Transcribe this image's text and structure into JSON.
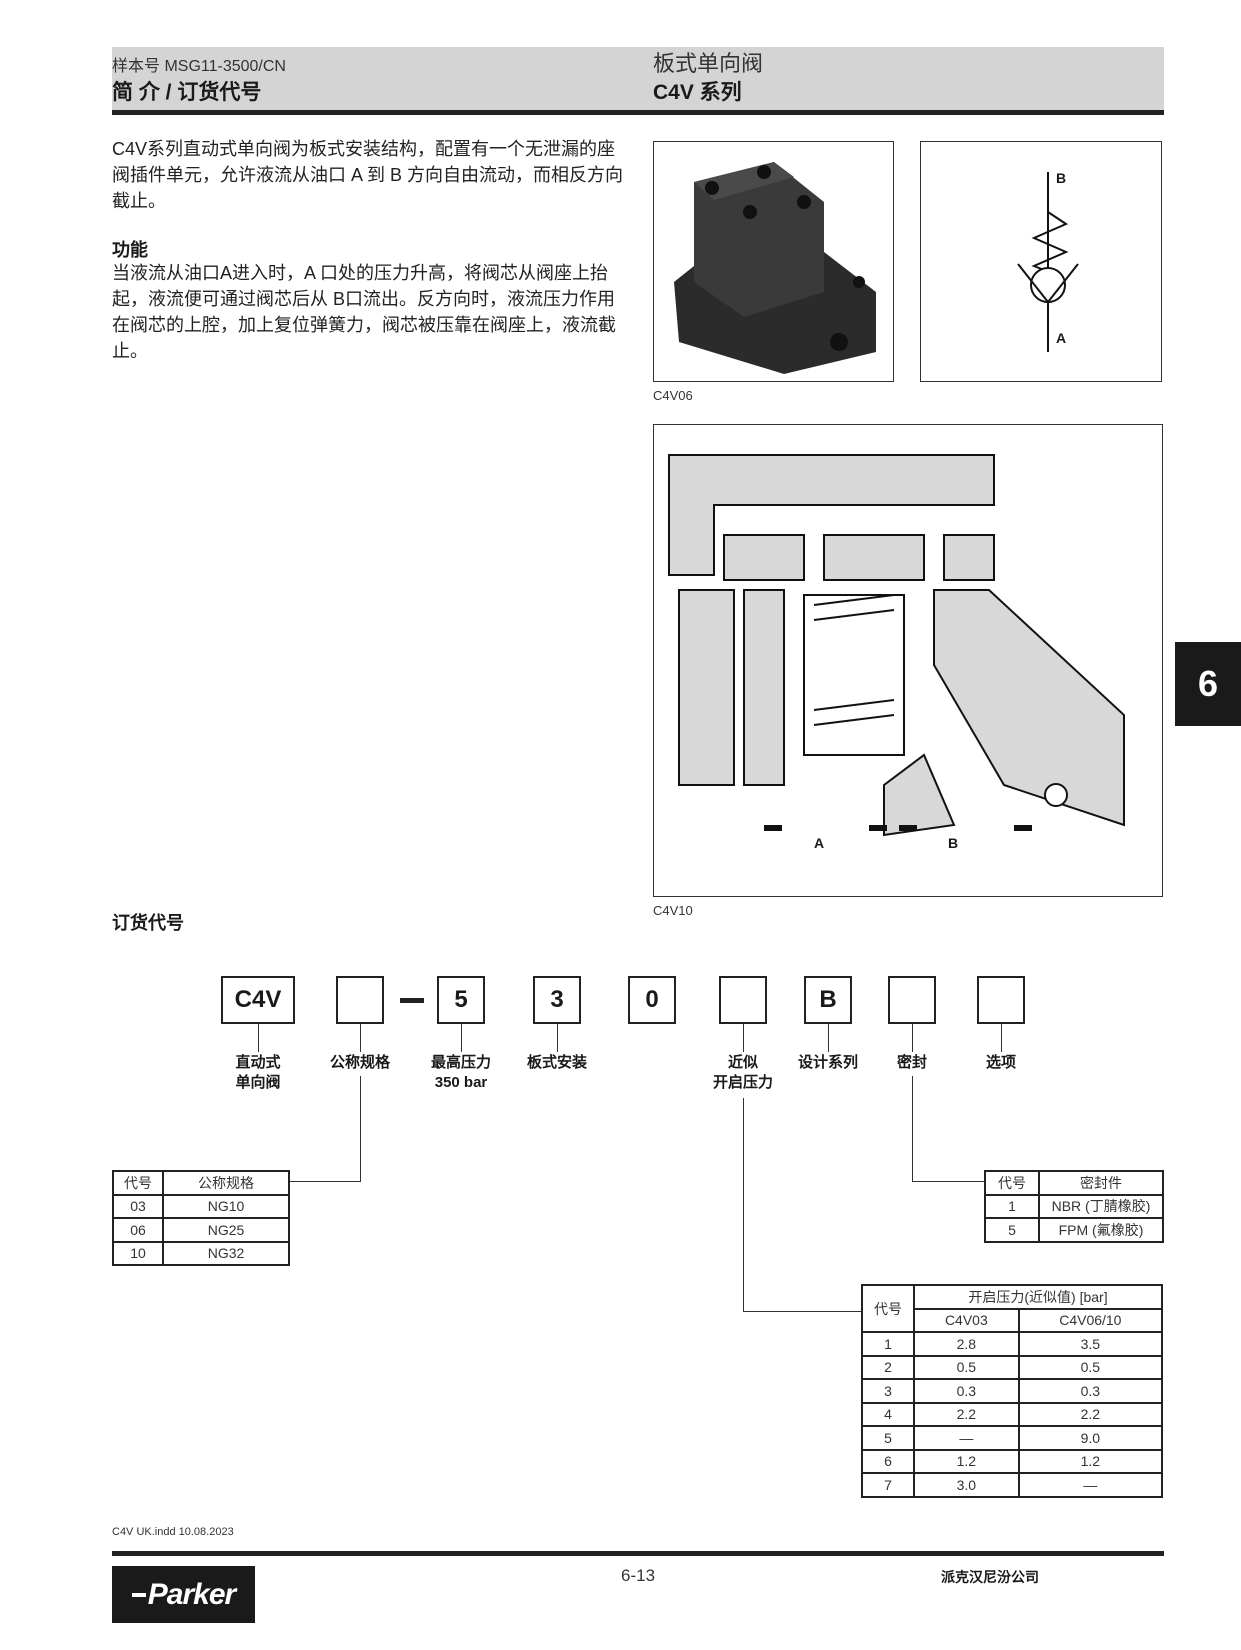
{
  "header": {
    "catalog_no": "样本号 MSG11-3500/CN",
    "section_title": "简 介 / 订货代号",
    "product_type": "板式单向阀",
    "series": "C4V 系列"
  },
  "intro": {
    "text": "C4V系列直动式单向阀为板式安装结构，配置有一个无泄漏的座阀插件单元，允许液流从油口 A 到 B 方向自由流动，而相反方向截止。",
    "function_title": "功能",
    "function_text": "当液流从油口A进入时，A 口处的压力升高，将阀芯从阀座上抬起，液流便可通过阀芯后从 B口流出。反方向时，液流压力作用在阀芯的上腔，加上复位弹簧力，阀芯被压靠在阀座上，液流截止。"
  },
  "figures": {
    "photo_caption": "C4V06",
    "symbol_port_b": "B",
    "symbol_port_a": "A",
    "section_caption": "C4V10",
    "section_port_a": "A",
    "section_port_b": "B"
  },
  "side_tab": "6",
  "ordering": {
    "title": "订货代号",
    "boxes": [
      {
        "value": "C4V",
        "label": "直动式\n单向阀"
      },
      {
        "value": "",
        "label": "公称规格"
      },
      {
        "value": "5",
        "label": "最高压力\n350 bar"
      },
      {
        "value": "3",
        "label": "板式安装"
      },
      {
        "value": "0",
        "label": ""
      },
      {
        "value": "",
        "label": "近似\n开启压力"
      },
      {
        "value": "B",
        "label": "设计系列"
      },
      {
        "value": "",
        "label": "密封"
      },
      {
        "value": "",
        "label": "选项"
      }
    ],
    "dash": "—"
  },
  "size_table": {
    "headers": [
      "代号",
      "公称规格"
    ],
    "rows": [
      [
        "03",
        "NG10"
      ],
      [
        "06",
        "NG25"
      ],
      [
        "10",
        "NG32"
      ]
    ]
  },
  "seal_table": {
    "headers": [
      "代号",
      "密封件"
    ],
    "rows": [
      [
        "1",
        "NBR (丁腈橡胶)"
      ],
      [
        "5",
        "FPM (氟橡胶)"
      ]
    ]
  },
  "pressure_table": {
    "code_header": "代号",
    "group_header": "开启压力(近似值) [bar]",
    "sub_headers": [
      "C4V03",
      "C4V06/10"
    ],
    "rows": [
      [
        "1",
        "2.8",
        "3.5"
      ],
      [
        "2",
        "0.5",
        "0.5"
      ],
      [
        "3",
        "0.3",
        "0.3"
      ],
      [
        "4",
        "2.2",
        "2.2"
      ],
      [
        "5",
        "—",
        "9.0"
      ],
      [
        "6",
        "1.2",
        "1.2"
      ],
      [
        "7",
        "3.0",
        "—"
      ]
    ]
  },
  "footer": {
    "file_info": "C4V UK.indd 10.08.2023",
    "page": "6-13",
    "company": "派克汉尼汾公司",
    "logo": "Parker"
  }
}
